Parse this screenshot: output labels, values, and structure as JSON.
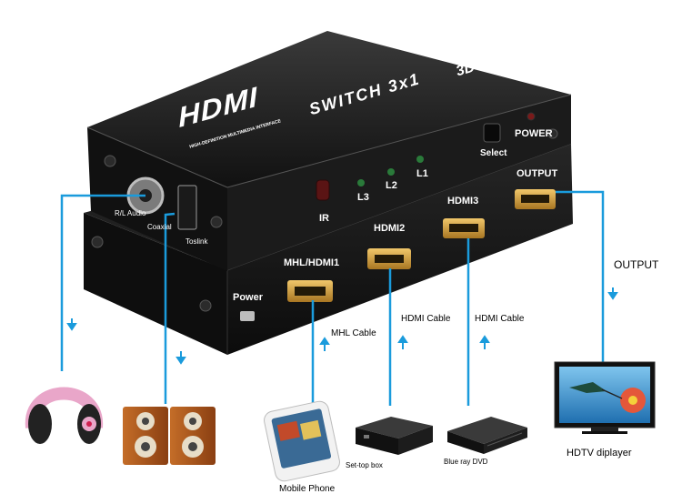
{
  "product": {
    "brand": "HDMI",
    "brand_tagline": "HIGH-DEFINITION MULTIMEDIA INTERFACE",
    "model": "SWITCH 3x1",
    "badge": "3D",
    "select_label": "Select",
    "power_label": "POWER"
  },
  "front_panel": {
    "ir_label": "IR",
    "leds": [
      "L3",
      "L2",
      "L1"
    ],
    "ports": [
      "HDMI3",
      "HDMI2",
      "MHL/HDMI1"
    ],
    "output_port": "OUTPUT",
    "power_port": "Power",
    "audio_ports": [
      "R/L Audio",
      "Coaxial",
      "Toslink"
    ]
  },
  "connections": {
    "output_label": "OUTPUT",
    "cables": [
      "MHL  Cable",
      "HDMI  Cable",
      "HDMI  Cable"
    ]
  },
  "devices": [
    "Mobile Phone",
    "Set-top box",
    "Blue ray DVD",
    "HDTV diplayer"
  ],
  "colors": {
    "case": "#161616",
    "line": "#1a9bdc",
    "port_gold": "#d9a43c",
    "led_green": "#2a7a3a"
  }
}
